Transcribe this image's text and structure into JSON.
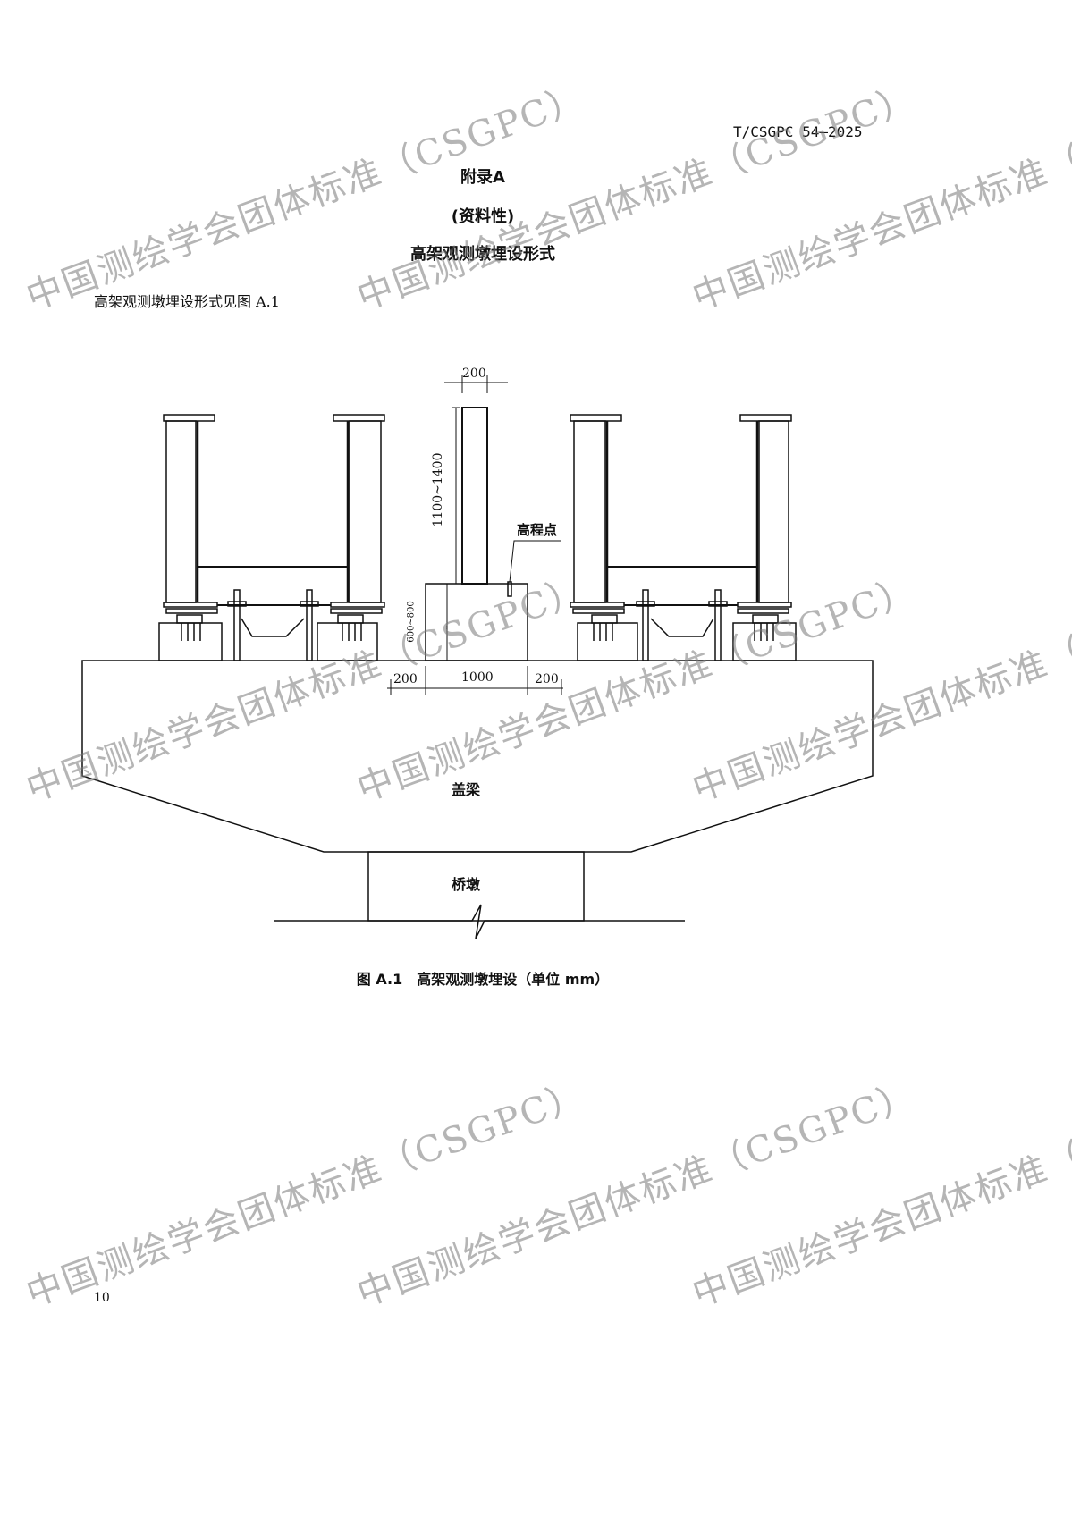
{
  "header": {
    "standard_no": "T/CSGPC 54—2025"
  },
  "appendix": {
    "title": "附录A",
    "type": "(资料性)",
    "subtitle": "高架观测墩埋设形式"
  },
  "intro": "高架观测墩埋设形式见图 A.1",
  "figure": {
    "labels": {
      "column_width": "200",
      "column_height": "1100~1400",
      "benchmark": "高程点",
      "base_height": "600~800",
      "left_margin": "200",
      "base_width": "1000",
      "right_margin": "200",
      "cap_beam": "盖梁",
      "pier": "桥墩"
    },
    "caption": "图 A.1　高架观测墩埋设（单位 mm）"
  },
  "page_number": "10",
  "watermark": "中国测绘学会团体标准（CSGPC）"
}
